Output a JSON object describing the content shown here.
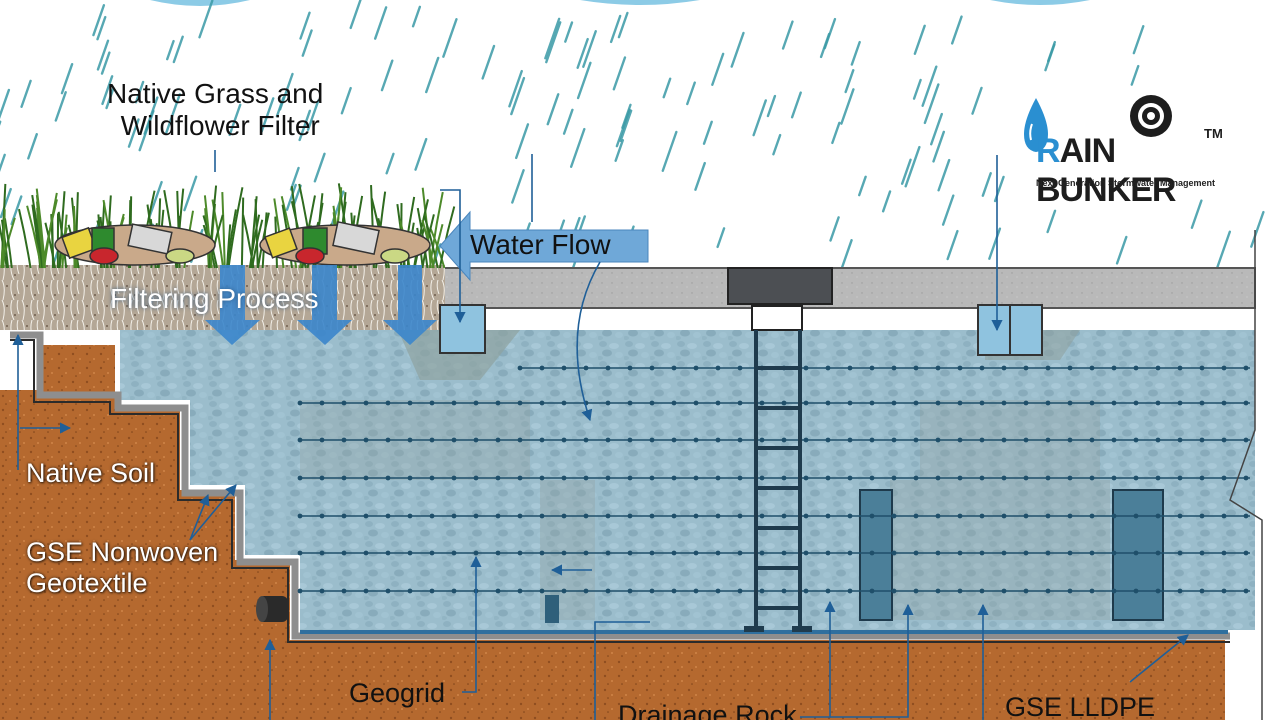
{
  "labels": {
    "grass_filter": [
      "Native Grass and",
      "Wildflower Filter"
    ],
    "water_flow": "Water Flow",
    "filtering_process": "Filtering Process",
    "native_soil": "Native Soil",
    "geotextile": [
      "GSE Nonwoven",
      "Geotextile"
    ],
    "geogrid": "Geogrid",
    "drainage_rock": "Drainage Rock",
    "lldpe": "GSE LLDPE"
  },
  "brand": {
    "name_first_letter": "R",
    "name_rest": "AIN BUNKER",
    "trademark": "TM",
    "tagline": "Next Generation Stormwater Management"
  },
  "colors": {
    "water": "#8fc3df",
    "soil": "#b5692f",
    "pavement": "#b9b9b9",
    "arrow": "#3b86cc",
    "geotextile": "#8e8e8e",
    "rain": "#3a9aa6",
    "brand_accent": "#2a8fd1"
  },
  "icons": [
    "rain-drop-icon",
    "gear-icon",
    "down-arrow-icon",
    "left-arrow-icon"
  ]
}
